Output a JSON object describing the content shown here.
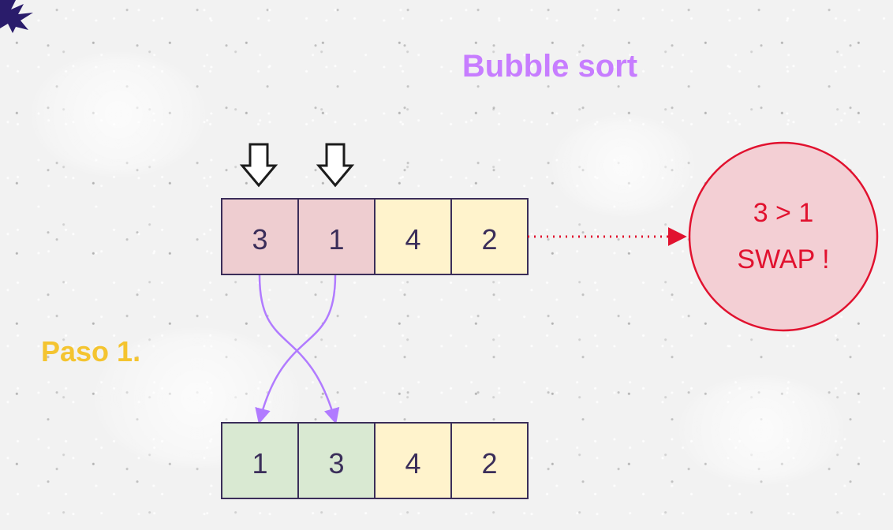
{
  "title": "Bubble sort",
  "step_label": "Paso 1.",
  "top_row": [
    "3",
    "1",
    "4",
    "2"
  ],
  "bottom_row": [
    "1",
    "3",
    "4",
    "2"
  ],
  "comparison": {
    "line1": "3 > 1",
    "line2": "SWAP !"
  },
  "colors": {
    "background": "#f2f2f2",
    "title": "#c77dff",
    "step": "#f4c430",
    "compare_fill": "#eecdd0",
    "pending_fill": "#fff3cc",
    "sorted_fill": "#d9e9d2",
    "border": "#3b2e5a",
    "swap_arrow": "#b17bff",
    "circle_stroke": "#e1122f",
    "circle_fill": "#f3cfd4",
    "accent_red": "#e1122f"
  },
  "icons": {
    "pointer": "down-arrow-icon",
    "corner": "starburst-icon"
  }
}
